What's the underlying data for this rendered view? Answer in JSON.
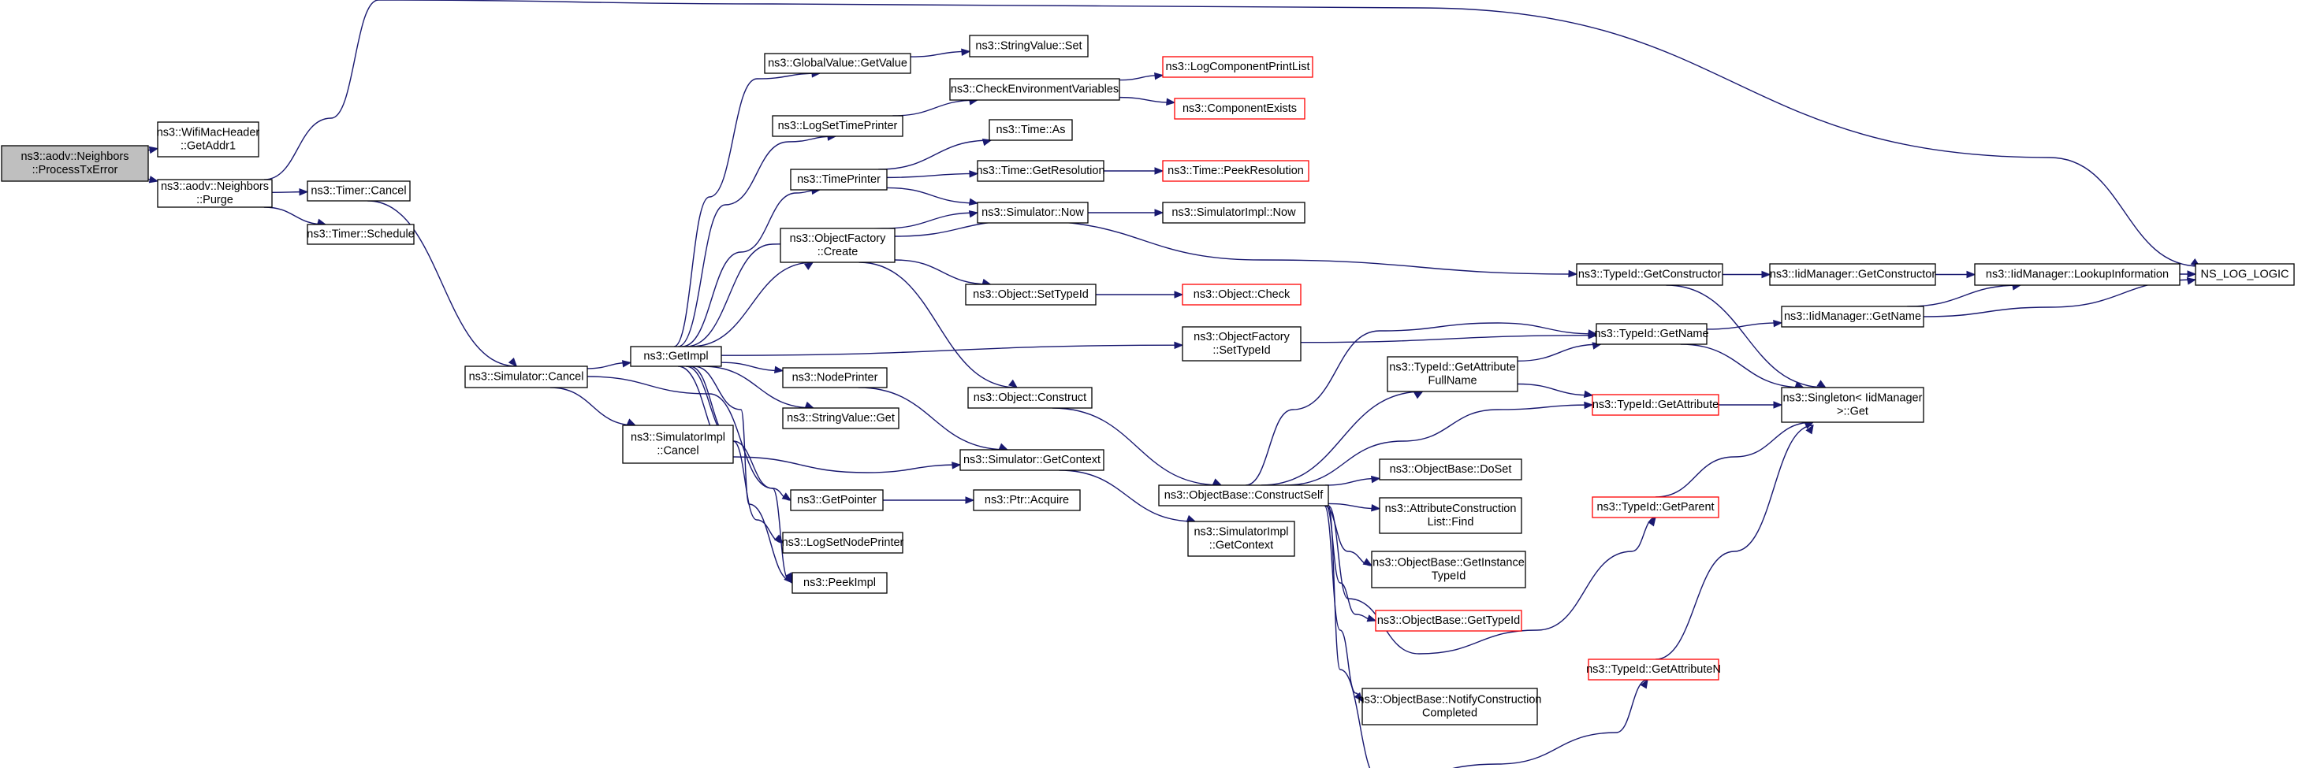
{
  "diagram": {
    "title": "",
    "colors": {
      "edge": "#191970",
      "box_border": "#000000",
      "box_border_warn": "#ff0000",
      "root_fill": "#bfbfbf"
    },
    "nodes": [
      {
        "id": "n0",
        "lines": [
          "ns3::aodv::Neighbors",
          "::ProcessTxError"
        ],
        "style": "root"
      },
      {
        "id": "n1",
        "lines": [
          "ns3::WifiMacHeader",
          "::GetAddr1"
        ]
      },
      {
        "id": "n2",
        "lines": [
          "ns3::aodv::Neighbors",
          "::Purge"
        ]
      },
      {
        "id": "n3",
        "lines": [
          "NS_LOG_LOGIC"
        ]
      },
      {
        "id": "n4",
        "lines": [
          "ns3::Timer::Cancel"
        ]
      },
      {
        "id": "n5",
        "lines": [
          "ns3::Timer::Schedule"
        ]
      },
      {
        "id": "n6",
        "lines": [
          "ns3::Simulator::Cancel"
        ]
      },
      {
        "id": "n7",
        "lines": [
          "ns3::GetImpl"
        ]
      },
      {
        "id": "n8",
        "lines": [
          "ns3::SimulatorImpl",
          "::Cancel"
        ]
      },
      {
        "id": "n9",
        "lines": [
          "ns3::PeekImpl"
        ]
      },
      {
        "id": "n10",
        "lines": [
          "ns3::GlobalValue::GetValue"
        ]
      },
      {
        "id": "n11",
        "lines": [
          "ns3::LogSetTimePrinter"
        ]
      },
      {
        "id": "n12",
        "lines": [
          "ns3::TimePrinter"
        ]
      },
      {
        "id": "n13",
        "lines": [
          "ns3::ObjectFactory",
          "::Create"
        ]
      },
      {
        "id": "n14",
        "lines": [
          "ns3::NodePrinter"
        ]
      },
      {
        "id": "n15",
        "lines": [
          "ns3::StringValue::Get"
        ]
      },
      {
        "id": "n16",
        "lines": [
          "ns3::GetPointer"
        ]
      },
      {
        "id": "n17",
        "lines": [
          "ns3::LogSetNodePrinter"
        ]
      },
      {
        "id": "n18",
        "lines": [
          "ns3::StringValue::Set"
        ]
      },
      {
        "id": "n19",
        "lines": [
          "ns3::CheckEnvironmentVariables"
        ]
      },
      {
        "id": "n20",
        "lines": [
          "ns3::LogComponentPrintList"
        ],
        "style": "red"
      },
      {
        "id": "n21",
        "lines": [
          "ns3::ComponentExists"
        ],
        "style": "red"
      },
      {
        "id": "n22",
        "lines": [
          "ns3::Time::As"
        ]
      },
      {
        "id": "n23",
        "lines": [
          "ns3::Time::GetResolution"
        ]
      },
      {
        "id": "n24",
        "lines": [
          "ns3::Time::PeekResolution"
        ],
        "style": "red"
      },
      {
        "id": "n25",
        "lines": [
          "ns3::Simulator::Now"
        ]
      },
      {
        "id": "n26",
        "lines": [
          "ns3::SimulatorImpl::Now"
        ]
      },
      {
        "id": "n27",
        "lines": [
          "ns3::Object::SetTypeId"
        ]
      },
      {
        "id": "n28",
        "lines": [
          "ns3::Object::Check"
        ],
        "style": "red"
      },
      {
        "id": "n29",
        "lines": [
          "ns3::ObjectFactory",
          "::SetTypeId"
        ]
      },
      {
        "id": "n30",
        "lines": [
          "ns3::Object::Construct"
        ]
      },
      {
        "id": "n31",
        "lines": [
          "ns3::Simulator::GetContext"
        ]
      },
      {
        "id": "n32",
        "lines": [
          "ns3::Ptr::Acquire"
        ]
      },
      {
        "id": "n33",
        "lines": [
          "ns3::SimulatorImpl",
          "::GetContext"
        ]
      },
      {
        "id": "n34",
        "lines": [
          "ns3::ObjectBase::ConstructSelf"
        ]
      },
      {
        "id": "n35",
        "lines": [
          "ns3::TypeId::GetConstructor"
        ]
      },
      {
        "id": "n36",
        "lines": [
          "ns3::IidManager::GetConstructor"
        ]
      },
      {
        "id": "n37",
        "lines": [
          "ns3::IidManager::LookupInformation"
        ]
      },
      {
        "id": "n38",
        "lines": [
          "ns3::TypeId::GetName"
        ]
      },
      {
        "id": "n39",
        "lines": [
          "ns3::IidManager::GetName"
        ]
      },
      {
        "id": "n40",
        "lines": [
          "ns3::TypeId::GetAttribute",
          "FullName"
        ]
      },
      {
        "id": "n41",
        "lines": [
          "ns3::TypeId::GetAttribute"
        ],
        "style": "red"
      },
      {
        "id": "n42",
        "lines": [
          "ns3::Singleton< IidManager",
          ">::Get"
        ]
      },
      {
        "id": "n43",
        "lines": [
          "ns3::ObjectBase::DoSet"
        ]
      },
      {
        "id": "n44",
        "lines": [
          "ns3::AttributeConstruction",
          "List::Find"
        ]
      },
      {
        "id": "n45",
        "lines": [
          "ns3::ObjectBase::GetInstance",
          "TypeId"
        ]
      },
      {
        "id": "n46",
        "lines": [
          "ns3::ObjectBase::GetTypeId"
        ],
        "style": "red"
      },
      {
        "id": "n47",
        "lines": [
          "ns3::ObjectBase::NotifyConstruction",
          "Completed"
        ]
      },
      {
        "id": "n48",
        "lines": [
          "ns3::TypeId::GetParent"
        ],
        "style": "red"
      },
      {
        "id": "n49",
        "lines": [
          "ns3::TypeId::GetAttributeN"
        ],
        "style": "red"
      }
    ],
    "edges": [
      [
        "n0",
        "n1"
      ],
      [
        "n0",
        "n2"
      ],
      [
        "n2",
        "n3"
      ],
      [
        "n2",
        "n4"
      ],
      [
        "n2",
        "n5"
      ],
      [
        "n4",
        "n6"
      ],
      [
        "n6",
        "n7"
      ],
      [
        "n6",
        "n8"
      ],
      [
        "n6",
        "n9"
      ],
      [
        "n7",
        "n10"
      ],
      [
        "n7",
        "n11"
      ],
      [
        "n7",
        "n12"
      ],
      [
        "n7",
        "n13"
      ],
      [
        "n7",
        "n14"
      ],
      [
        "n7",
        "n15"
      ],
      [
        "n7",
        "n16"
      ],
      [
        "n7",
        "n17"
      ],
      [
        "n7",
        "n9"
      ],
      [
        "n7",
        "n25"
      ],
      [
        "n7",
        "n31"
      ],
      [
        "n7",
        "n29"
      ],
      [
        "n10",
        "n18"
      ],
      [
        "n11",
        "n19"
      ],
      [
        "n19",
        "n20"
      ],
      [
        "n19",
        "n21"
      ],
      [
        "n12",
        "n22"
      ],
      [
        "n12",
        "n23"
      ],
      [
        "n12",
        "n25"
      ],
      [
        "n23",
        "n24"
      ],
      [
        "n25",
        "n26"
      ],
      [
        "n13",
        "n35"
      ],
      [
        "n13",
        "n27"
      ],
      [
        "n13",
        "n30"
      ],
      [
        "n27",
        "n28"
      ],
      [
        "n29",
        "n38"
      ],
      [
        "n14",
        "n31"
      ],
      [
        "n31",
        "n33"
      ],
      [
        "n16",
        "n32"
      ],
      [
        "n30",
        "n34"
      ],
      [
        "n35",
        "n36"
      ],
      [
        "n35",
        "n42"
      ],
      [
        "n36",
        "n37"
      ],
      [
        "n37",
        "n3"
      ],
      [
        "n38",
        "n39"
      ],
      [
        "n38",
        "n42"
      ],
      [
        "n39",
        "n37"
      ],
      [
        "n39",
        "n3"
      ],
      [
        "n34",
        "n38"
      ],
      [
        "n34",
        "n40"
      ],
      [
        "n34",
        "n41"
      ],
      [
        "n34",
        "n43"
      ],
      [
        "n34",
        "n44"
      ],
      [
        "n34",
        "n45"
      ],
      [
        "n34",
        "n46"
      ],
      [
        "n34",
        "n47"
      ],
      [
        "n34",
        "n48"
      ],
      [
        "n34",
        "n49"
      ],
      [
        "n40",
        "n38"
      ],
      [
        "n40",
        "n41"
      ],
      [
        "n41",
        "n42"
      ],
      [
        "n48",
        "n42"
      ],
      [
        "n49",
        "n42"
      ]
    ]
  }
}
